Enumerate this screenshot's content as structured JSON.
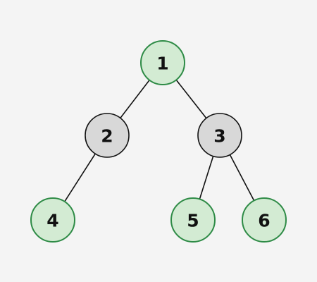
{
  "colors": {
    "background": "#f4f4f4",
    "edge": "#111111",
    "leaf_fill": "#d3ebd3",
    "leaf_stroke": "#2e8b46",
    "internal_fill": "#d8d8d8",
    "internal_stroke": "#111111",
    "label": "#111111"
  },
  "tree": {
    "nodes": [
      {
        "id": "n1",
        "label": "1",
        "style": "highlighted"
      },
      {
        "id": "n2",
        "label": "2",
        "style": "plain"
      },
      {
        "id": "n3",
        "label": "3",
        "style": "plain"
      },
      {
        "id": "n4",
        "label": "4",
        "style": "highlighted"
      },
      {
        "id": "n5",
        "label": "5",
        "style": "highlighted"
      },
      {
        "id": "n6",
        "label": "6",
        "style": "highlighted"
      }
    ],
    "edges": [
      {
        "from": "n1",
        "to": "n2"
      },
      {
        "from": "n1",
        "to": "n3"
      },
      {
        "from": "n2",
        "to": "n4"
      },
      {
        "from": "n3",
        "to": "n5"
      },
      {
        "from": "n3",
        "to": "n6"
      }
    ]
  }
}
